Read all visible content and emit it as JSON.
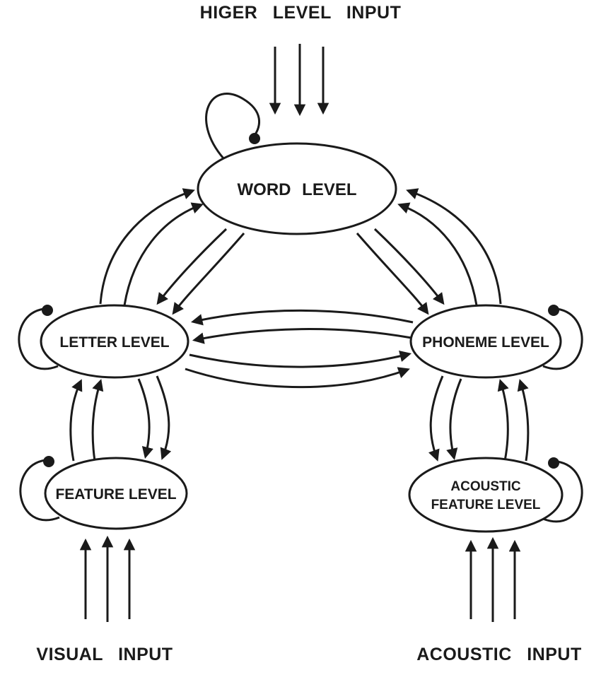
{
  "diagram": {
    "inputs": {
      "top": "HIGER LEVEL INPUT",
      "bottom_left": "VISUAL INPUT",
      "bottom_right": "ACOUSTIC INPUT"
    },
    "nodes": {
      "word": {
        "label": "WORD LEVEL"
      },
      "letter": {
        "label": "LETTER LEVEL"
      },
      "phoneme": {
        "label": "PHONEME LEVEL"
      },
      "feature": {
        "label": "FEATURE LEVEL"
      },
      "acoustic_feature": {
        "label_line1": "ACOUSTIC",
        "label_line2": "FEATURE LEVEL"
      }
    },
    "colors": {
      "line": "#1a1a1a",
      "background": "#ffffff"
    }
  }
}
